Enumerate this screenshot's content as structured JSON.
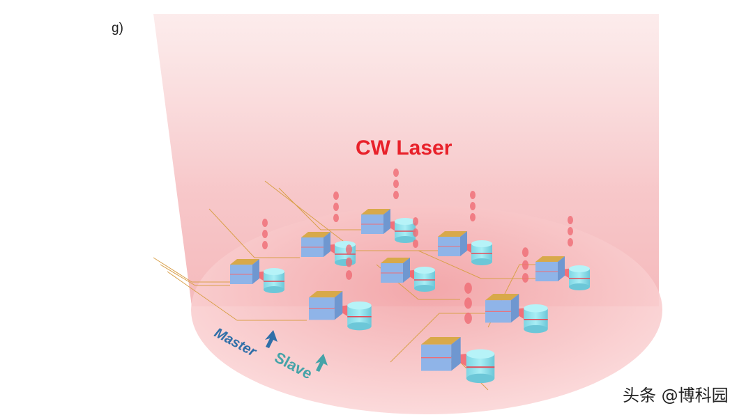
{
  "panel_label": "g)",
  "title": "CW Laser",
  "legend": {
    "master": "Master",
    "slave": "Slave"
  },
  "watermark": "头条 @博科园",
  "colors": {
    "laser": "#e8212a",
    "master": "#2f6fa8",
    "slave": "#45a3a8",
    "box": "#8fb4e8",
    "gold": "#d8a94a",
    "cylinder": "#8fe0ec"
  }
}
